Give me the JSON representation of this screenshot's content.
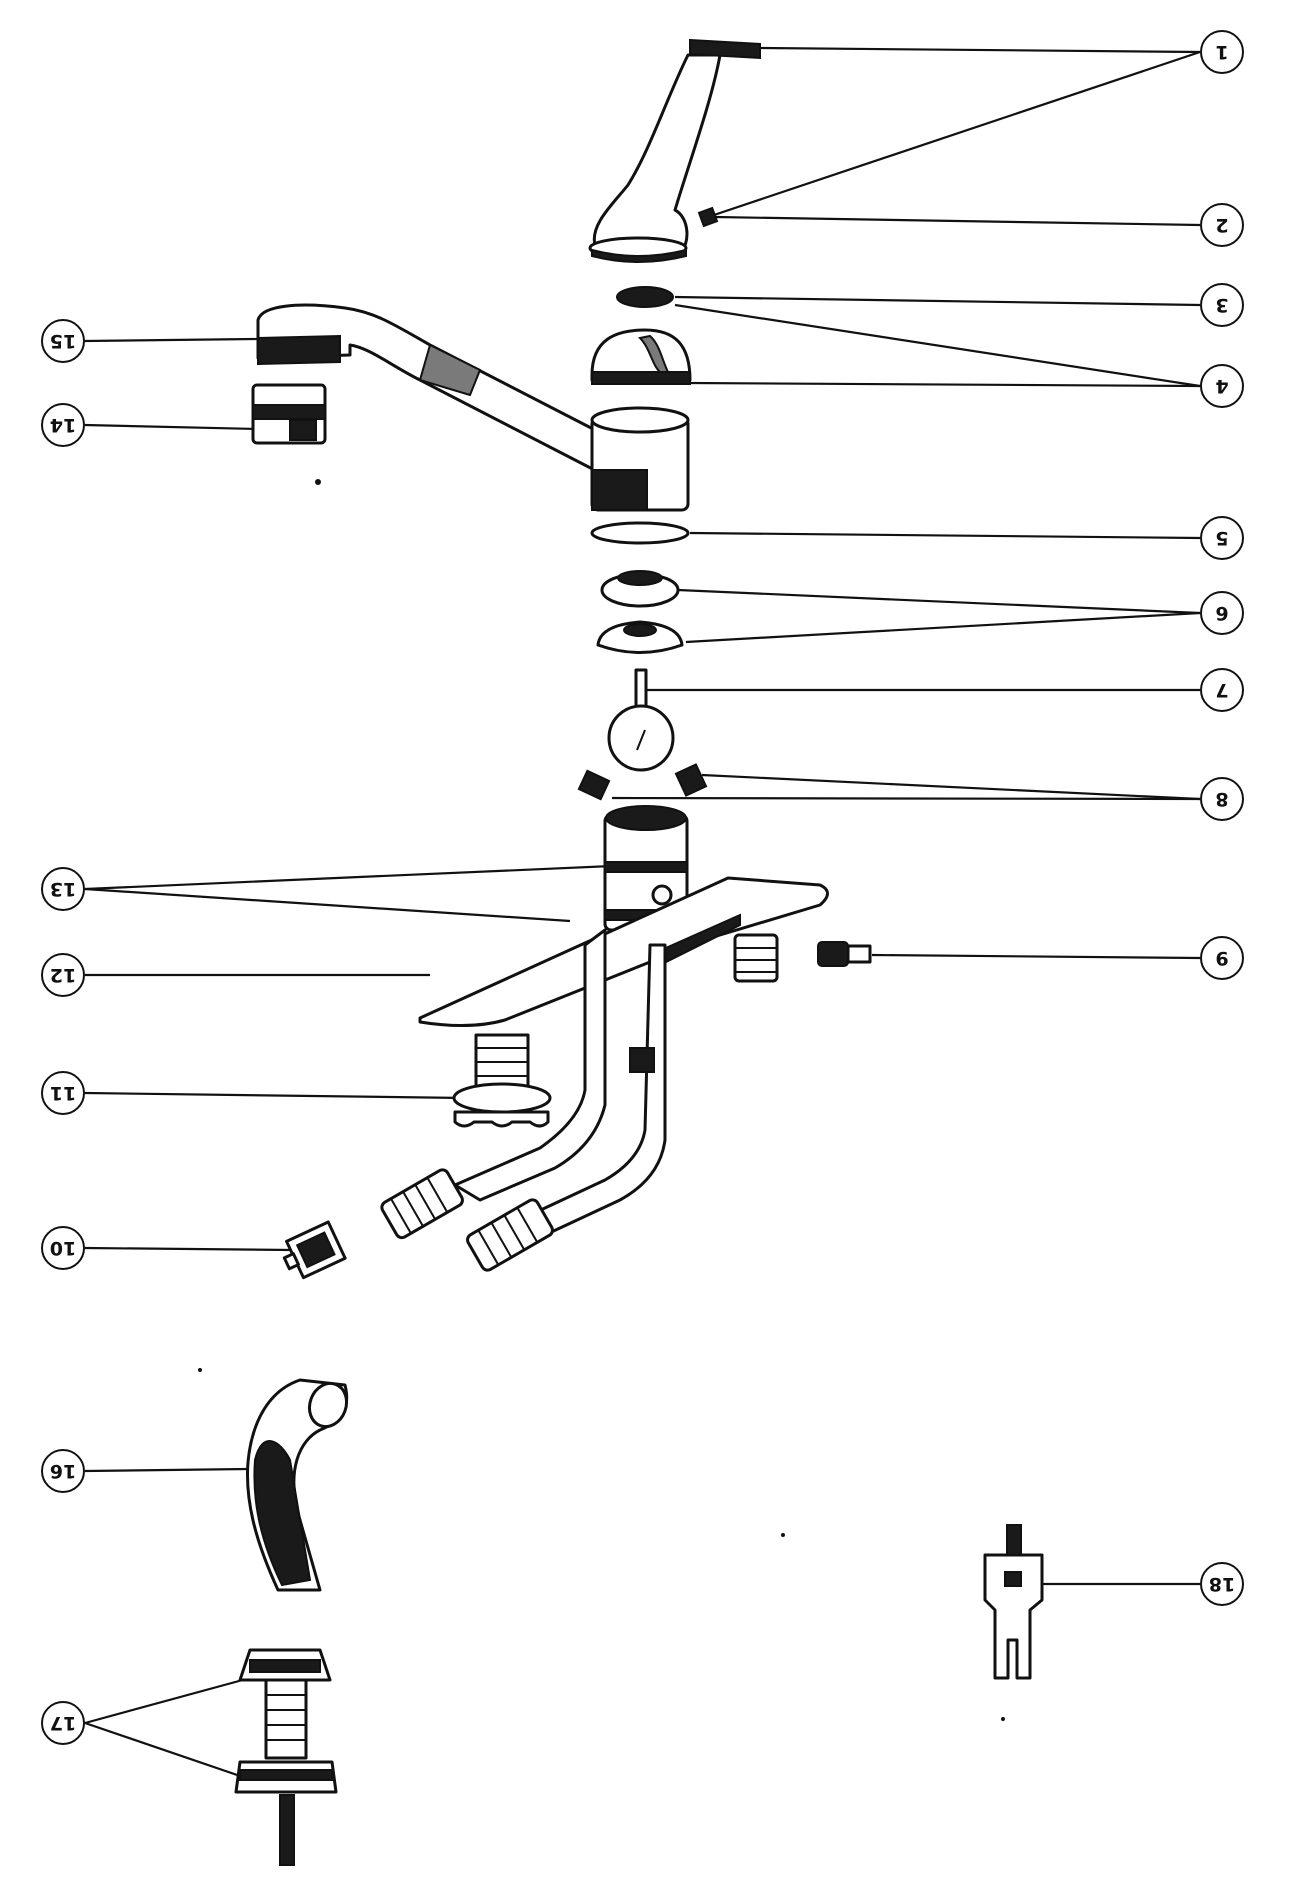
{
  "callouts": [
    {
      "id": "1",
      "text": "1"
    },
    {
      "id": "2",
      "text": "2"
    },
    {
      "id": "3",
      "text": "3"
    },
    {
      "id": "4",
      "text": "4"
    },
    {
      "id": "5",
      "text": "5"
    },
    {
      "id": "6",
      "text": "6"
    },
    {
      "id": "7",
      "text": "7"
    },
    {
      "id": "8",
      "text": "8"
    },
    {
      "id": "9",
      "text": "9"
    },
    {
      "id": "10",
      "text": "10"
    },
    {
      "id": "11",
      "text": "11"
    },
    {
      "id": "12",
      "text": "12"
    },
    {
      "id": "13",
      "text": "13"
    },
    {
      "id": "14",
      "text": "14"
    },
    {
      "id": "15",
      "text": "15"
    },
    {
      "id": "16",
      "text": "16"
    },
    {
      "id": "17",
      "text": "17"
    },
    {
      "id": "18",
      "text": "18"
    }
  ],
  "colors": {
    "line": "#111111",
    "background": "#ffffff"
  }
}
